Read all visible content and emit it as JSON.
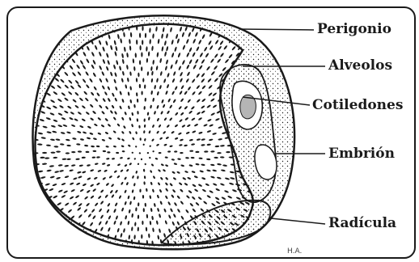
{
  "labels": {
    "perigonio": "Perigonio",
    "alveolos": "Alveolos",
    "cotiledones": "Cotiledones",
    "embrion": "Embrión",
    "radicula": "Radícula"
  },
  "signature": "H.A.",
  "colors": {
    "ink": "#1a1a1a",
    "paper": "#ffffff",
    "shade": "#b5b5b5"
  }
}
